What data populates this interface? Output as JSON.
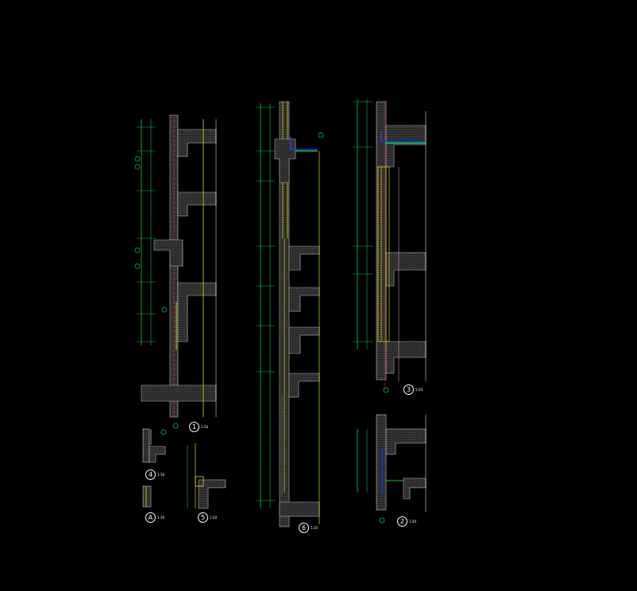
{
  "drawing": {
    "background": "#000000",
    "colors": {
      "section_line": "#ffff00",
      "dimension": "#00cc44",
      "concrete": "#bfbfbf",
      "hatch": "#404040",
      "axis": "#ff2020",
      "waterproof": "#2040ff",
      "text": "#ffffff"
    },
    "details": [
      {
        "id": "d1",
        "number": "1",
        "scale": "1:20"
      },
      {
        "id": "d2",
        "number": "2",
        "scale": "1:20"
      },
      {
        "id": "d3",
        "number": "3",
        "scale": "1:20"
      },
      {
        "id": "d4",
        "number": "4",
        "scale": "1:10"
      },
      {
        "id": "dA",
        "number": "A",
        "scale": "1:10"
      },
      {
        "id": "d5",
        "number": "5",
        "scale": "1:20"
      },
      {
        "id": "d6",
        "number": "6",
        "scale": "1:20"
      }
    ]
  }
}
